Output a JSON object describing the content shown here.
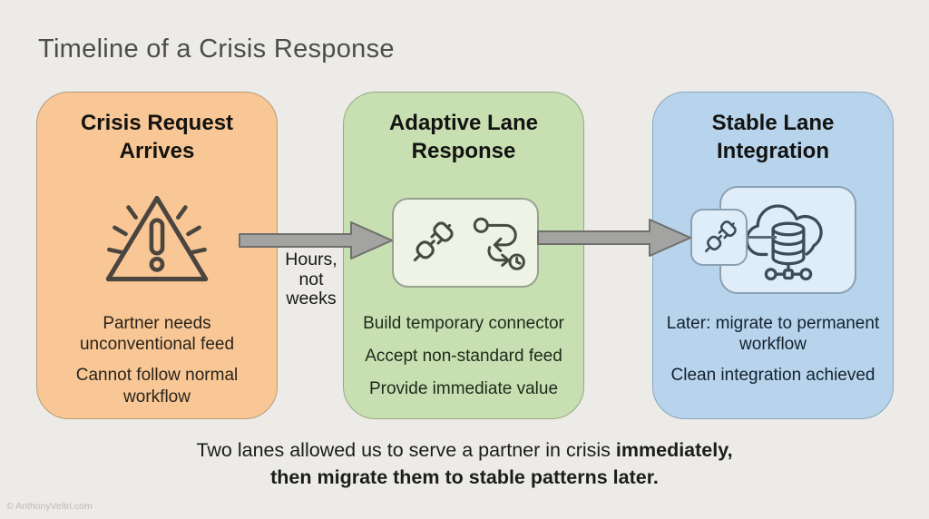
{
  "header": {
    "title": "Timeline of a Crisis Response"
  },
  "boxes": [
    {
      "title": "Crisis Request Arrives",
      "icon": "warning-triangle-icon",
      "items": [
        "Partner needs unconventional feed",
        "Cannot follow normal workflow"
      ],
      "bg": "#F8C795"
    },
    {
      "title": "Adaptive Lane Response",
      "icons": [
        "plug-connector-icon",
        "flexible-route-clock-icon"
      ],
      "items": [
        "Build temporary connector",
        "Accept non-standard feed",
        "Provide immediate value"
      ],
      "bg": "#C8DFB2"
    },
    {
      "title": "Stable Lane Integration",
      "icons": [
        "plug-connector-icon",
        "cloud-database-network-icon"
      ],
      "items": [
        "Later: migrate to permanent workflow",
        "Clean integration achieved"
      ],
      "bg": "#B7D4EC"
    }
  ],
  "connector": {
    "label_line1": "Hours,",
    "label_line2": "not",
    "label_line3": "weeks"
  },
  "caption": {
    "line1_regular": "Two lanes allowed us to serve a partner in crisis ",
    "line1_bold": "immediately,",
    "line2_bold": "then migrate them to stable patterns later."
  },
  "footer": {
    "watermark": "© AnthonyVeltri.com"
  },
  "colors": {
    "background": "#ECEBE7",
    "crisis_box": "#F8C795",
    "adaptive_box": "#C8DFB2",
    "stable_box": "#B7D4EC",
    "adaptive_panel": "#EEF3E5",
    "stable_panel": "#DFEDF8",
    "arrow": "#A3A3A1",
    "title_text": "#4C4C4A",
    "body_text": "#1C1C1A"
  }
}
